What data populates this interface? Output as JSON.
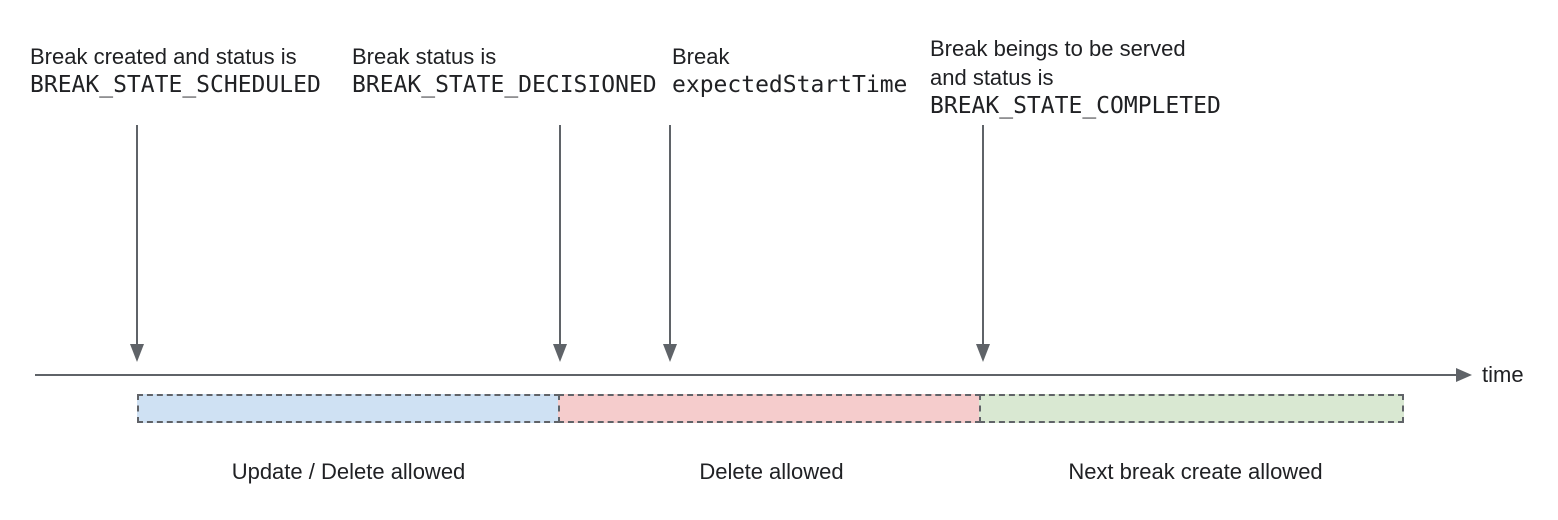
{
  "diagram": {
    "annotations": [
      {
        "line1": "Break created and status is",
        "code": "BREAK_STATE_SCHEDULED"
      },
      {
        "line1": "Break status is",
        "code": "BREAK_STATE_DECISIONED"
      },
      {
        "line1": "Break",
        "code": "expectedStartTime"
      },
      {
        "line1": "Break beings to be served",
        "line2": "and status is",
        "code": "BREAK_STATE_COMPLETED"
      }
    ],
    "timeline": {
      "axis_label": "time"
    },
    "segments": [
      {
        "label": "Update / Delete allowed",
        "fill": "#cfe1f3"
      },
      {
        "label": "Delete allowed",
        "fill": "#f5cccc"
      },
      {
        "label": "Next break create allowed",
        "fill": "#d9e8d2"
      }
    ],
    "colors": {
      "line": "#5f6368",
      "text": "#202124",
      "segment_border": "#606368"
    }
  }
}
